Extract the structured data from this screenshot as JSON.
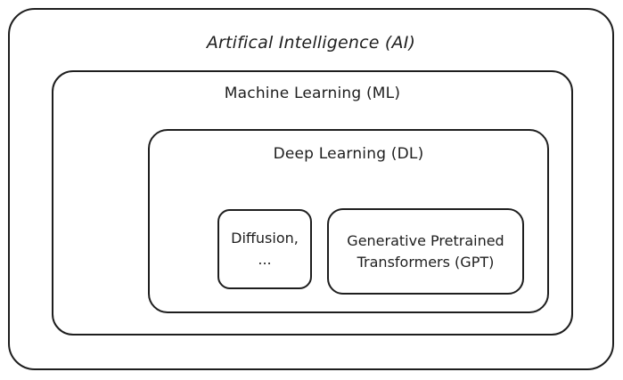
{
  "diagram": {
    "ai": {
      "label": "Artifical Intelligence (AI)"
    },
    "ml": {
      "label": "Machine Learning (ML)"
    },
    "dl": {
      "label": "Deep Learning (DL)"
    },
    "diffusion": {
      "line1": "Diffusion,",
      "line2": "..."
    },
    "gpt": {
      "line1": "Generative Pretrained",
      "line2": "Transformers (GPT)"
    }
  }
}
